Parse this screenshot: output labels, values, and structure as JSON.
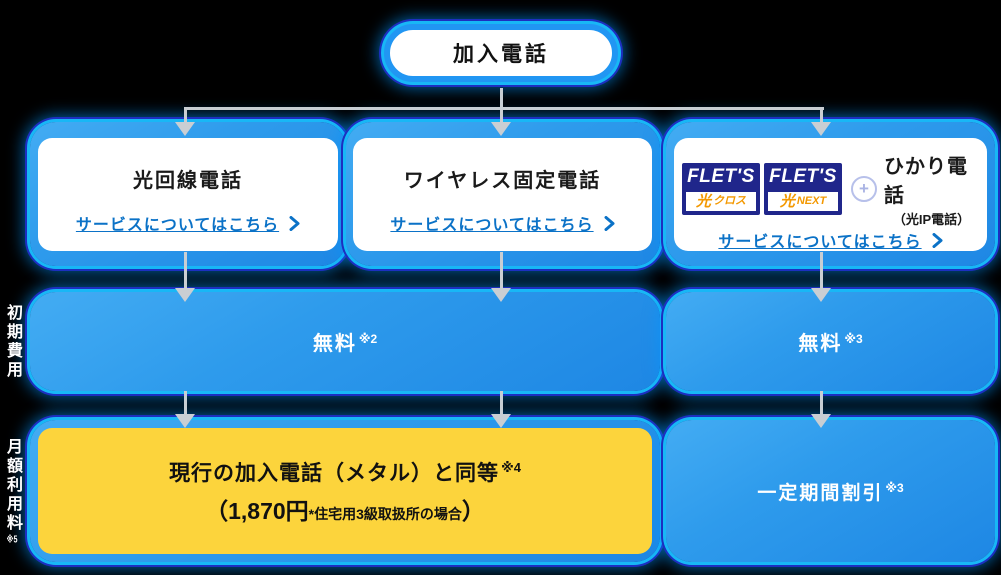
{
  "root_node": {
    "label": "加入電話"
  },
  "services": [
    {
      "title": "光回線電話",
      "link_label": "サービスについてはこちら"
    },
    {
      "title": "ワイヤレス固定電話",
      "link_label": "サービスについてはこちら"
    },
    {
      "title": "ひかり電話",
      "subtitle": "（光IP電話）",
      "plus": "+",
      "logos": [
        {
          "brand": "FLET'S",
          "mark": "光",
          "suffix": "クロス"
        },
        {
          "brand": "FLET'S",
          "mark": "光",
          "suffix": "NEXT"
        }
      ],
      "link_label": "サービスについてはこちら"
    }
  ],
  "row_initial": {
    "row_label": "初期費用",
    "left": {
      "value": "無料",
      "note": "※2"
    },
    "right": {
      "value": "無料",
      "note": "※3"
    }
  },
  "row_monthly": {
    "row_label": "月額利用料",
    "row_label_note": "※5",
    "left": {
      "line1": "現行の加入電話（メタル）と同等",
      "line1_note": "※4",
      "line2_main_open": "（1,870円",
      "line2_small": "*住宅用3級取扱所の場合",
      "line2_main_close": "）"
    },
    "right": {
      "value": "一定期間割引",
      "note": "※3"
    }
  },
  "colors": {
    "background": "#000000",
    "accent_blue": "#2196f3",
    "panel_blue_light": "#43acf3",
    "panel_blue_dark": "#1e87e4",
    "glow_cyan": "#18b7f6",
    "glow_indigo": "#1d2fc0",
    "link_blue": "#0b72c7",
    "highlight_yellow": "#fcd43c",
    "flets_navy": "#20268b",
    "flets_orange": "#f39800",
    "arrow_gray": "#c9ced3",
    "text_white": "#ffffff",
    "text_black": "#111111"
  }
}
